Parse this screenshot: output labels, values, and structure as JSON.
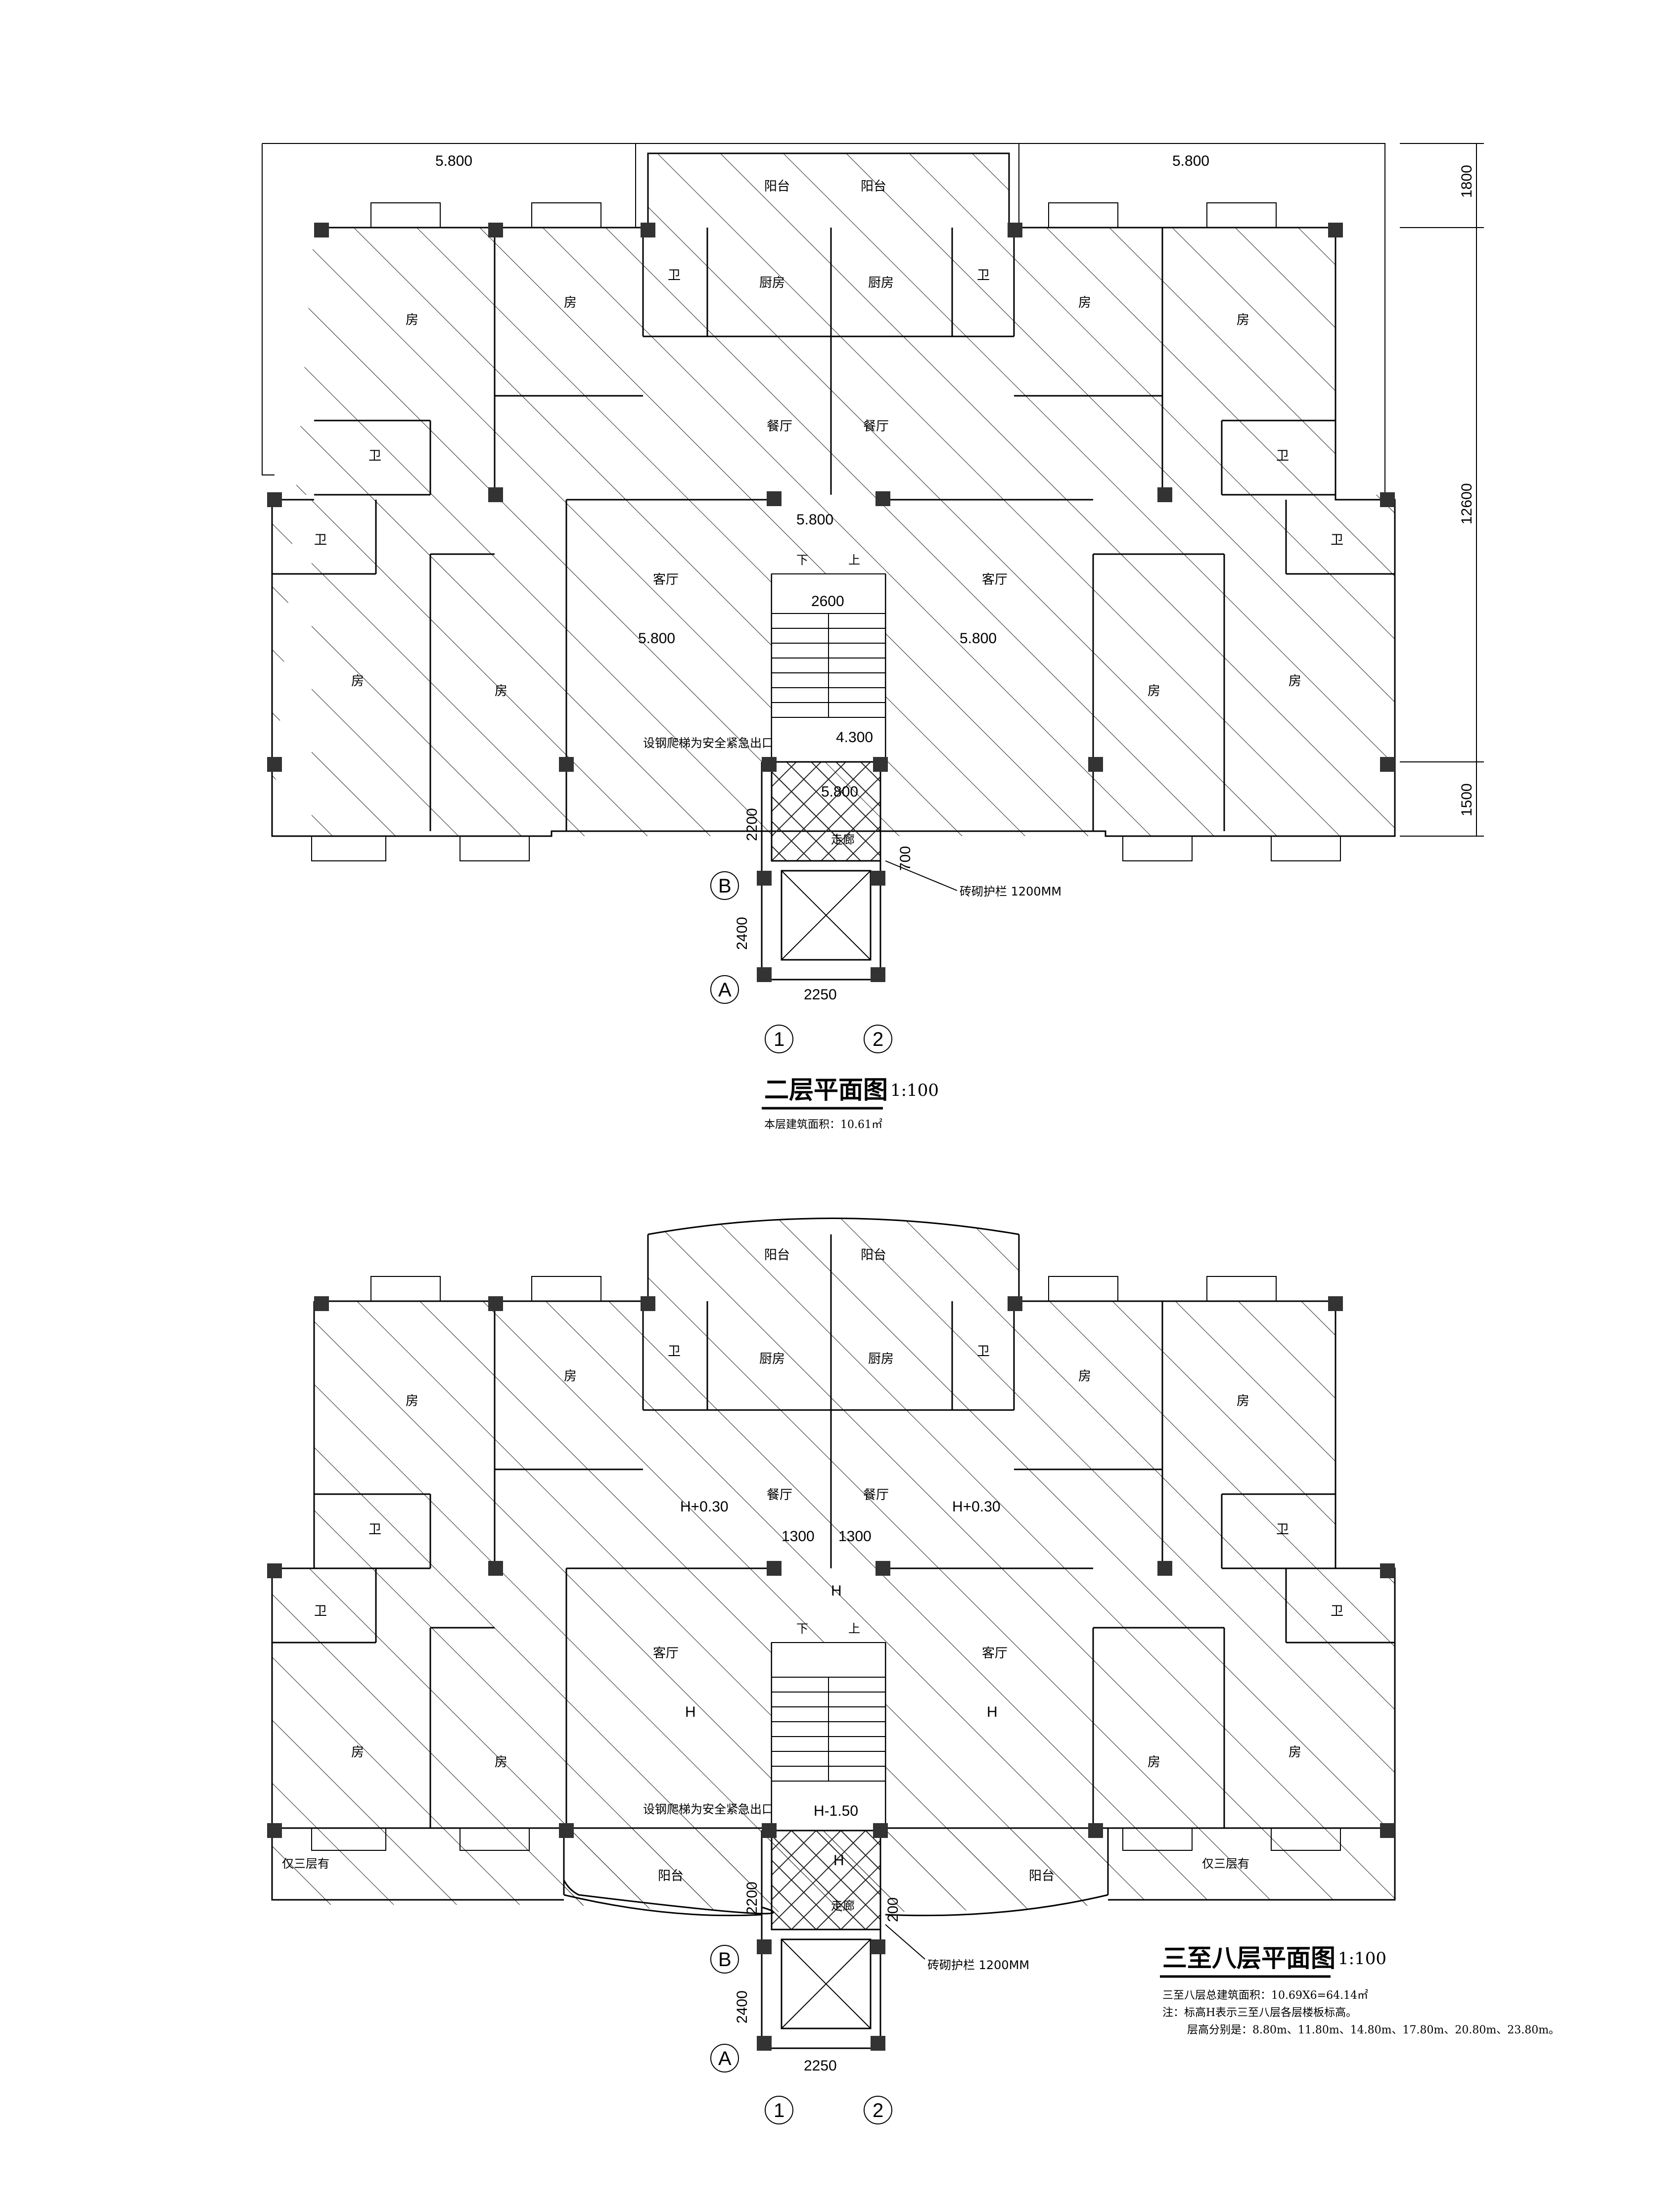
{
  "plan2": {
    "title": "二层平面图",
    "scale": "1:100",
    "area_note": "本层建筑面积：10.61㎡",
    "elev_a": "5.800",
    "elev_b": "5.800",
    "elev_c": "5.800",
    "elev_d": "5.800",
    "elev_e": "5.800",
    "elev_f": "5.800",
    "elev_g": "4.300",
    "dim_right_1": "1800",
    "dim_right_2": "12600",
    "dim_right_3": "1500",
    "dim_stair": "2600",
    "dim_2200": "2200",
    "dim_700": "700",
    "dim_2400": "2400",
    "dim_2250": "2250",
    "axis_b": "B",
    "axis_a": "A",
    "axis_1": "1",
    "axis_2": "2",
    "rooms": {
      "balcony_l": "阳台",
      "balcony_r": "阳台",
      "kitchen_l": "厨房",
      "kitchen_r": "厨房",
      "bath_1": "卫",
      "bath_2": "卫",
      "bath_3": "卫",
      "bath_4": "卫",
      "bath_5": "卫",
      "bath_6": "卫",
      "room_1": "房",
      "room_2": "房",
      "room_3": "房",
      "room_4": "房",
      "room_5": "房",
      "room_6": "房",
      "room_7": "房",
      "room_8": "房",
      "dining_l": "餐厅",
      "dining_r": "餐厅",
      "living_l": "客厅",
      "living_r": "客厅",
      "corridor": "走廊",
      "down": "下",
      "up": "上"
    },
    "ladder_note": "设钢爬梯为安全紧急出口",
    "rail_note": "砖砌护栏 1200MM"
  },
  "plan3": {
    "title": "三至八层平面图",
    "scale": "1:100",
    "area_note": "三至八层总建筑面积：10.69X6=64.14㎡",
    "note_1": "注：标高H表示三至八层各层楼板标高。",
    "note_2": "层高分别是：8.80m、11.80m、14.80m、17.80m、20.80m、23.80m。",
    "elev_h1": "H+0.30",
    "elev_h2": "H+0.30",
    "elev_h3": "H",
    "elev_h4": "H",
    "elev_h5": "H",
    "elev_h6": "H-1.50",
    "elev_h7": "H",
    "dim_1300a": "1300",
    "dim_1300b": "1300",
    "dim_2200": "2200",
    "dim_200": "200",
    "dim_2400": "2400",
    "dim_2250": "2250",
    "axis_b": "B",
    "axis_a": "A",
    "axis_1": "1",
    "axis_2": "2",
    "rooms": {
      "balcony_l": "阳台",
      "balcony_r": "阳台",
      "kitchen_l": "厨房",
      "kitchen_r": "厨房",
      "bath_1": "卫",
      "bath_2": "卫",
      "bath_3": "卫",
      "bath_4": "卫",
      "bath_5": "卫",
      "bath_6": "卫",
      "room_1": "房",
      "room_2": "房",
      "room_3": "房",
      "room_4": "房",
      "room_5": "房",
      "room_6": "房",
      "room_7": "房",
      "room_8": "房",
      "dining_l": "餐厅",
      "dining_r": "餐厅",
      "living_l": "客厅",
      "living_r": "客厅",
      "corridor": "走廊",
      "down": "下",
      "up": "上",
      "balc_bottom_l": "阳台",
      "balc_bottom_r": "阳台",
      "only3_l": "仅三层有",
      "only3_r": "仅三层有"
    },
    "ladder_note": "设钢爬梯为安全紧急出口",
    "rail_note": "砖砌护栏 1200MM"
  }
}
